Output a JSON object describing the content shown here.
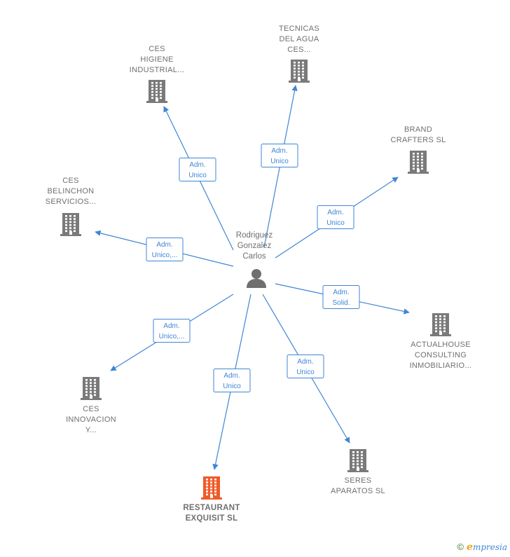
{
  "center": {
    "name_lines": [
      "Rodriguez",
      "Gonzalez",
      "Carlos"
    ],
    "icon": "person-icon"
  },
  "companies": [
    {
      "id": "ces-higiene",
      "lines": [
        "CES",
        "HIGIENE",
        "INDUSTRIAL..."
      ],
      "highlight": false,
      "relation": [
        "Adm.",
        "Unico"
      ]
    },
    {
      "id": "tecnicas-del-agua",
      "lines": [
        "TECNICAS",
        "DEL AGUA",
        "CES..."
      ],
      "highlight": false,
      "relation": [
        "Adm.",
        "Unico"
      ]
    },
    {
      "id": "brand-crafters",
      "lines": [
        "BRAND",
        "CRAFTERS SL"
      ],
      "highlight": false,
      "relation": [
        "Adm.",
        "Unico"
      ]
    },
    {
      "id": "ces-belinchon",
      "lines": [
        "CES",
        "BELINCHON",
        "SERVICIOS..."
      ],
      "highlight": false,
      "relation": [
        "Adm.",
        "Unico,..."
      ]
    },
    {
      "id": "actualhouse",
      "lines": [
        "ACTUALHOUSE",
        "CONSULTING",
        "INMOBILIARIO..."
      ],
      "highlight": false,
      "relation": [
        "Adm.",
        "Solid."
      ]
    },
    {
      "id": "ces-innovacion",
      "lines": [
        "CES",
        "INNOVACION",
        "Y..."
      ],
      "highlight": false,
      "relation": [
        "Adm.",
        "Unico,..."
      ]
    },
    {
      "id": "restaurant-exquisit",
      "lines": [
        "RESTAURANT",
        "EXQUISIT SL"
      ],
      "highlight": true,
      "relation": [
        "Adm.",
        "Unico"
      ]
    },
    {
      "id": "seres-aparatos",
      "lines": [
        "SERES",
        "APARATOS SL"
      ],
      "highlight": false,
      "relation": [
        "Adm.",
        "Unico"
      ]
    }
  ],
  "colors": {
    "edge": "#3f86d4",
    "building": "#7a7a7a",
    "building_highlight": "#f05a28",
    "person": "#6f6f6f"
  },
  "footer": {
    "copyright": "©",
    "brand_initial": "e",
    "brand_rest": "mpresia"
  }
}
